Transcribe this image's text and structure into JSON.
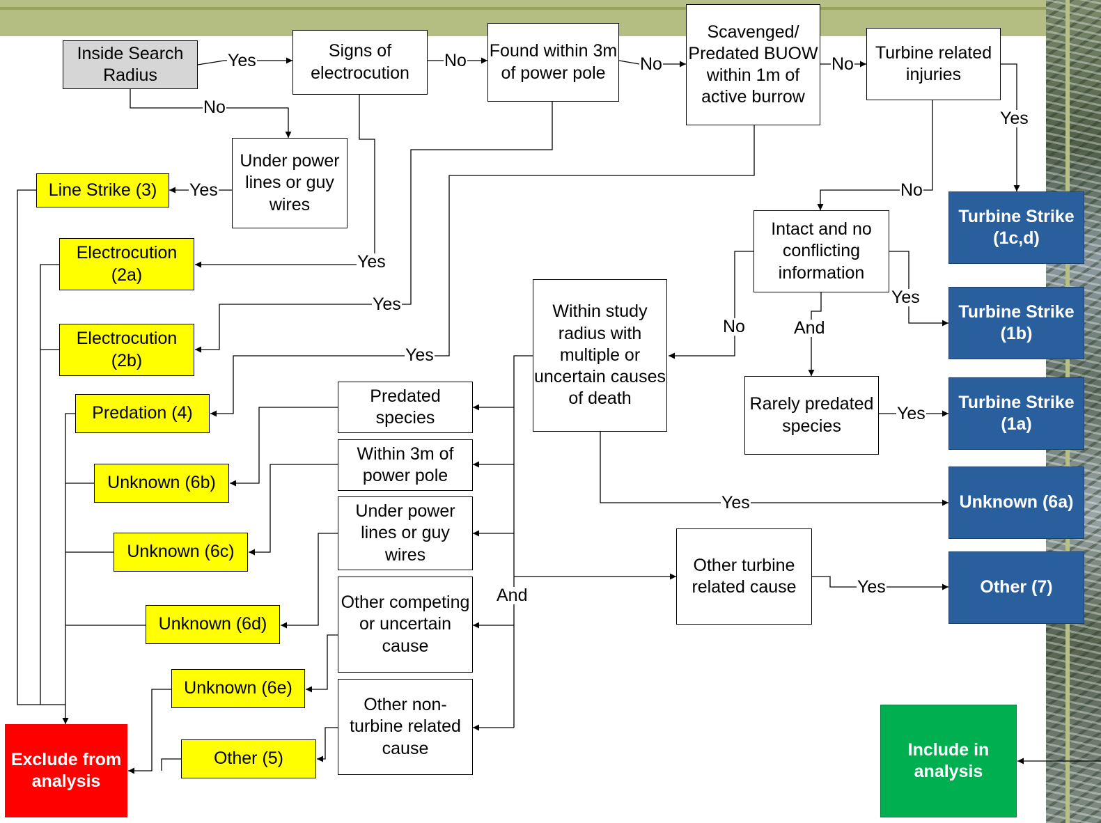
{
  "boxes": {
    "inside_search_radius": "Inside Search Radius",
    "signs_of_electrocution": "Signs of electrocution",
    "found_within_3m": "Found within 3m of power pole",
    "scavenged_predated": "Scavenged/ Predated BUOW within 1m of active burrow",
    "turbine_related_injuries": "Turbine related injuries",
    "under_power_lines_top": "Under power lines or guy wires",
    "intact_no_conflicting": "Intact and no conflicting information",
    "within_study_radius": "Within study radius with multiple or uncertain causes of death",
    "rarely_predated": "Rarely predated species",
    "predated_species": "Predated species",
    "within_3m_pole": "Within 3m of power pole",
    "under_power_lines_mid": "Under power lines or guy wires",
    "other_competing": "Other competing or uncertain cause",
    "other_non_turbine": "Other non-turbine related cause",
    "other_turbine_related": "Other turbine related cause"
  },
  "outcomes": {
    "line_strike": "Line Strike (3)",
    "electrocution_2a": "Electrocution (2a)",
    "electrocution_2b": "Electrocution (2b)",
    "predation_4": "Predation (4)",
    "unknown_6b": "Unknown (6b)",
    "unknown_6c": "Unknown (6c)",
    "unknown_6d": "Unknown (6d)",
    "unknown_6e": "Unknown (6e)",
    "other_5": "Other (5)",
    "turbine_strike_1cd": "Turbine Strike (1c,d)",
    "turbine_strike_1b": "Turbine Strike (1b)",
    "turbine_strike_1a": "Turbine Strike (1a)",
    "unknown_6a": "Unknown (6a)",
    "other_7": "Other (7)",
    "exclude": "Exclude from analysis",
    "include": "Include in analysis"
  },
  "edge_labels": {
    "yes": "Yes",
    "no": "No",
    "and": "And"
  },
  "colors": {
    "decision_box": "#ffffff",
    "start_box": "#d6d6d6",
    "exclude_category": "#ffff00",
    "include_category": "#2a5f9e",
    "exclude_terminal": "#ff0000",
    "include_terminal": "#00b050",
    "header_band": "#b6bf86"
  }
}
